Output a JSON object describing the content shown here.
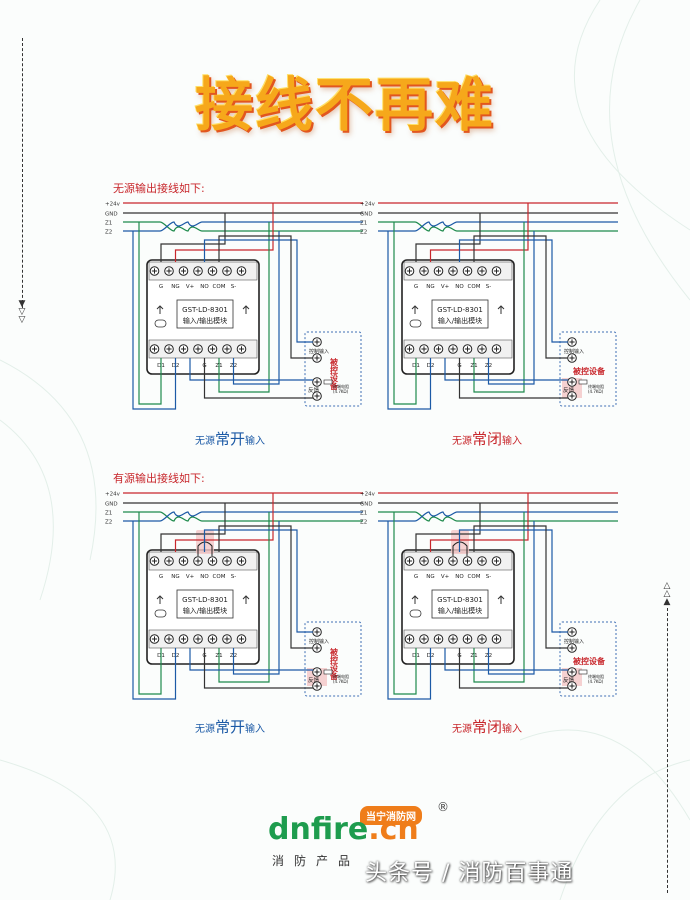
{
  "title": "接线不再难",
  "sections": [
    {
      "label": "无源输出接线如下:"
    },
    {
      "label": "有源输出接线如下:"
    }
  ],
  "captions": {
    "open": {
      "prefix": "无源",
      "big": "常开",
      "suffix": "输入"
    },
    "closed": {
      "prefix": "无源",
      "big": "常闭",
      "suffix": "输入"
    }
  },
  "bus_labels": [
    "+24v",
    "GND",
    "Z1",
    "Z2"
  ],
  "module": {
    "model": "GST-LD-8301",
    "name": "输入/输出模块",
    "top_terminals": [
      "G",
      "NG",
      "V+",
      "NO",
      "COM",
      "S-"
    ],
    "bottom_terminals": [
      "D1",
      "D2",
      "I",
      "G",
      "Z1",
      "Z2"
    ]
  },
  "device": {
    "label": "被控设备",
    "control_input": "控制输入",
    "feedback": "反馈",
    "resistor": "终端电阻",
    "resistor_value": "(4.7KΩ)"
  },
  "colors": {
    "red": "#c8272c",
    "green": "#1e8a4c",
    "blue": "#1c5aa6",
    "black": "#333333",
    "highlight": "#f4c6c6"
  },
  "brand": {
    "logo_main": "dnfire",
    "logo_dot": ".cn",
    "badge": "当宁消防网",
    "registered": "®",
    "slogan": "消防产品",
    "watermark": "头条号 / 消防百事通"
  }
}
